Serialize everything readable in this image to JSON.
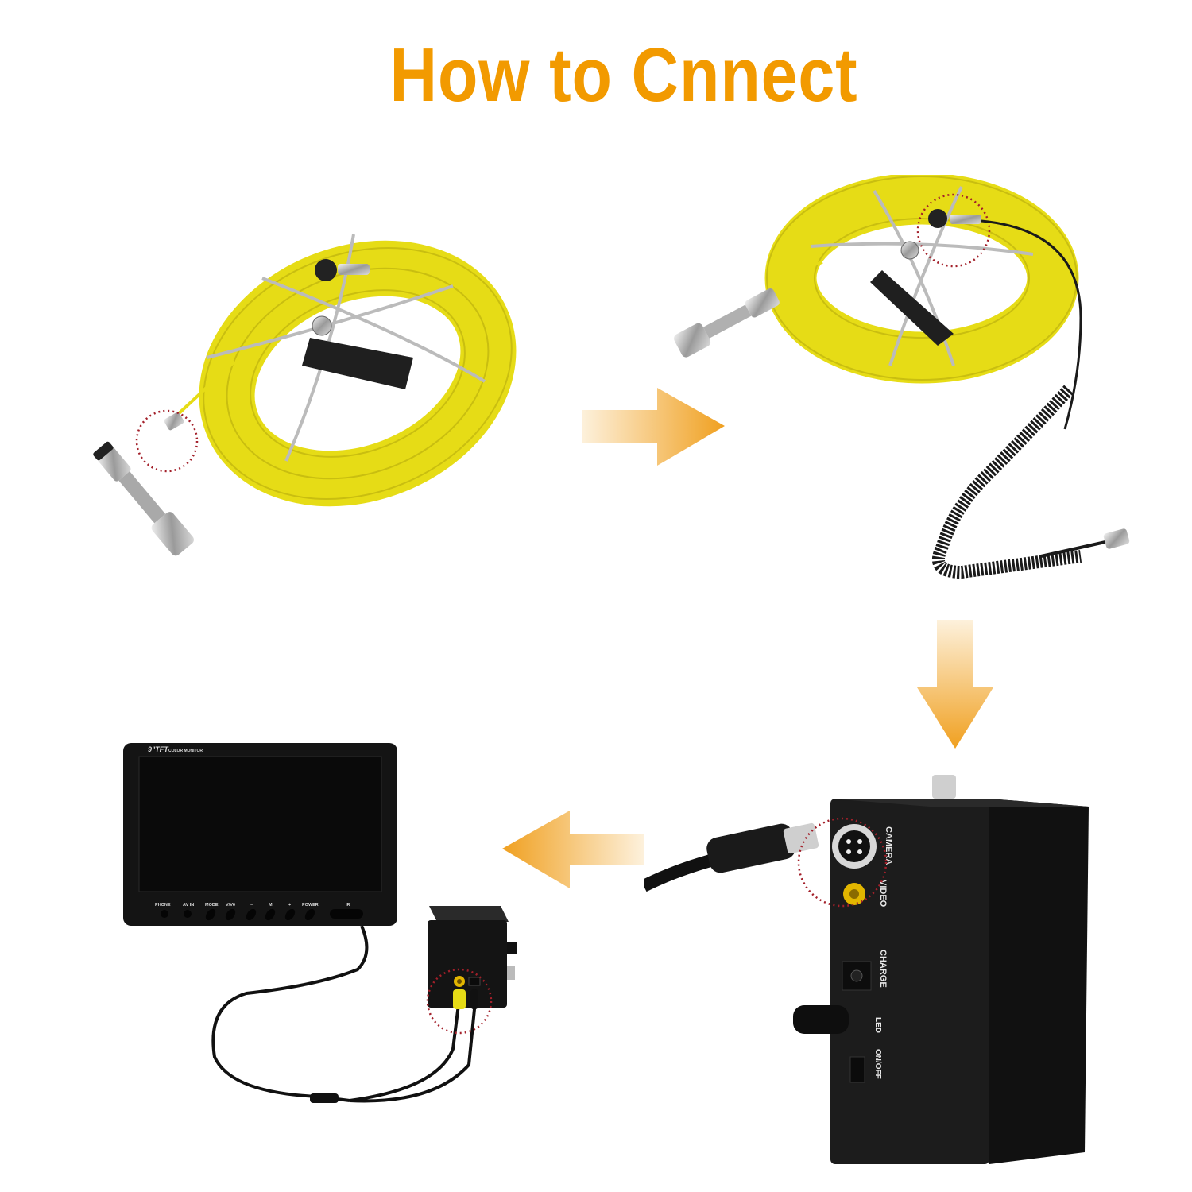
{
  "title": "How to Cnnect",
  "colors": {
    "title": "#F29A00",
    "arrow_light": "#FDF1DC",
    "arrow_dark": "#F0A020",
    "cable_yellow": "#E6DC16",
    "device_black": "#1A1A1A",
    "highlight_circle": "#A3202A"
  },
  "steps": [
    {
      "id": 1,
      "name": "camera-reel-disconnected",
      "description": "Camera head with cable reel"
    },
    {
      "id": 2,
      "name": "camera-reel-connected",
      "description": "Camera head attached, coiled cable connected to reel"
    },
    {
      "id": 3,
      "name": "control-box",
      "description": "Coiled cable plugged into control box CAMERA port"
    },
    {
      "id": 4,
      "name": "monitor",
      "description": "Control box VIDEO output to monitor AV IN"
    }
  ],
  "arrows": [
    {
      "direction": "right",
      "from": 1,
      "to": 2
    },
    {
      "direction": "down",
      "from": 2,
      "to": 3
    },
    {
      "direction": "left",
      "from": 3,
      "to": 4
    }
  ],
  "monitor": {
    "brand_label": "9\"TFT",
    "brand_sub": "COLOR MONITOR",
    "buttons": [
      "PHONE",
      "AV IN",
      "MODE",
      "V/V6",
      "−",
      "M",
      "+",
      "POWER",
      "IR"
    ]
  },
  "control_box": {
    "ports": [
      "CAMERA",
      "VIDEO",
      "CHARGE",
      "LED",
      "ON/OFF"
    ]
  }
}
